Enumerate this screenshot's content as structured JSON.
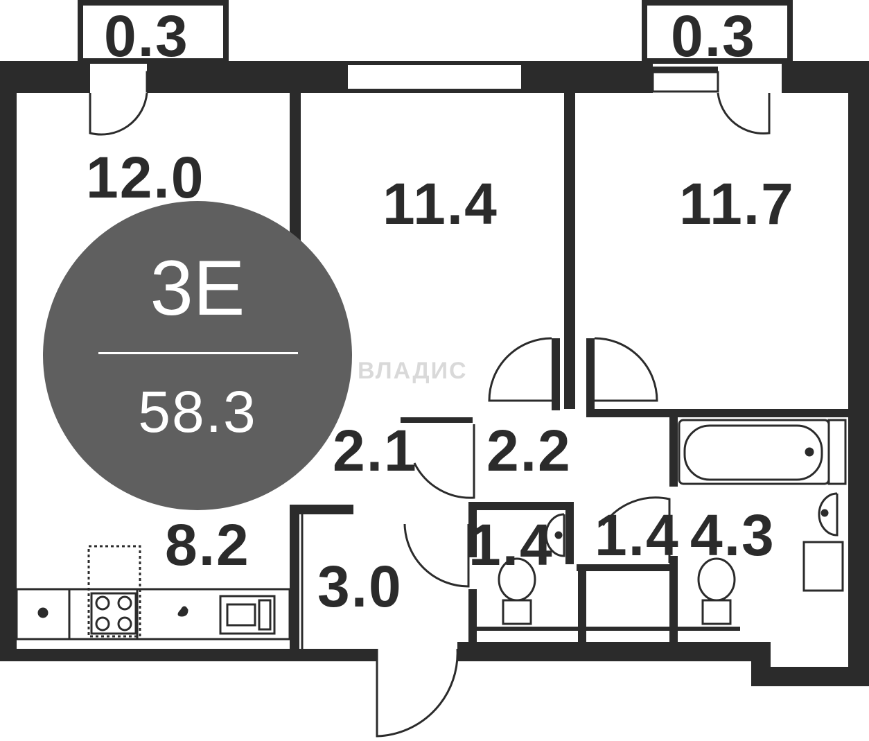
{
  "plan": {
    "unit_type": "3E",
    "total_area": "58.3",
    "watermark": "ВЛАДИС",
    "rooms": {
      "balcony_left": "0.3",
      "balcony_right": "0.3",
      "room_left": "12.0",
      "room_middle": "11.4",
      "room_right": "11.7",
      "kitchen": "8.2",
      "corridor_left": "2.1",
      "hall": "2.2",
      "entrance": "3.0",
      "wc": "1.4",
      "utility": "1.4",
      "bathroom": "4.3"
    }
  },
  "colors": {
    "wall": "#2b2b2b",
    "badge": "#5f5f5f",
    "badge_text": "#ffffff",
    "background": "#ffffff"
  }
}
